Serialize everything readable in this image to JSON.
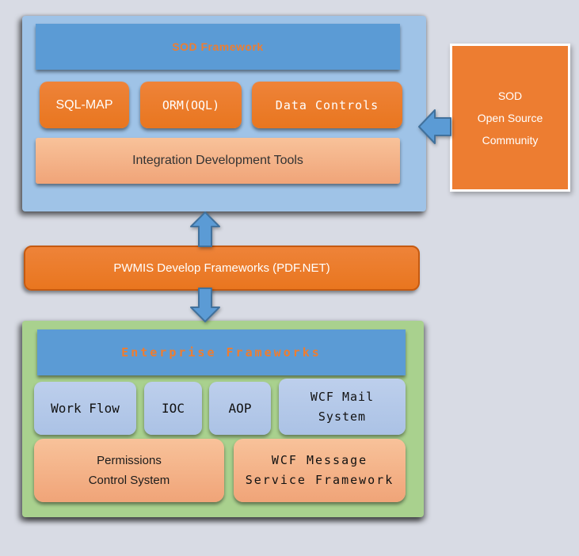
{
  "colors": {
    "background": "#d8dbe4",
    "accent_blue": "#5b9bd5",
    "accent_orange": "#ed7d31",
    "container_blue": "#9fc3e7",
    "container_green": "#a9d18e",
    "light_blue_box": "#b4c7e7",
    "peach_box": "#f4b183",
    "arrow_fill": "#5b9bd5",
    "arrow_border": "#41719c",
    "pwmis_border": "#c55a11"
  },
  "sod_framework": {
    "title": "SOD Framework",
    "modules": [
      "SQL-MAP",
      "ORM(OQL)",
      "Data Controls"
    ],
    "tools_label": "Integration Development Tools"
  },
  "community": {
    "line1": "SOD",
    "line2": "Open Source",
    "line3": "Community"
  },
  "pwmis": {
    "label": "PWMIS Develop Frameworks (PDF.NET)"
  },
  "enterprise": {
    "title": "Enterprise Frameworks",
    "modules": [
      "Work Flow",
      "IOC",
      "AOP"
    ],
    "wcf_mail": {
      "line1": "WCF Mail",
      "line2": "System"
    },
    "permissions": {
      "line1": "Permissions",
      "line2": "Control System"
    },
    "wcf_message": {
      "line1": "WCF Message",
      "line2": "Service Framework"
    }
  },
  "icons": {
    "arrow_left": "arrow-left-icon",
    "arrow_up": "arrow-up-icon",
    "arrow_down": "arrow-down-icon"
  }
}
